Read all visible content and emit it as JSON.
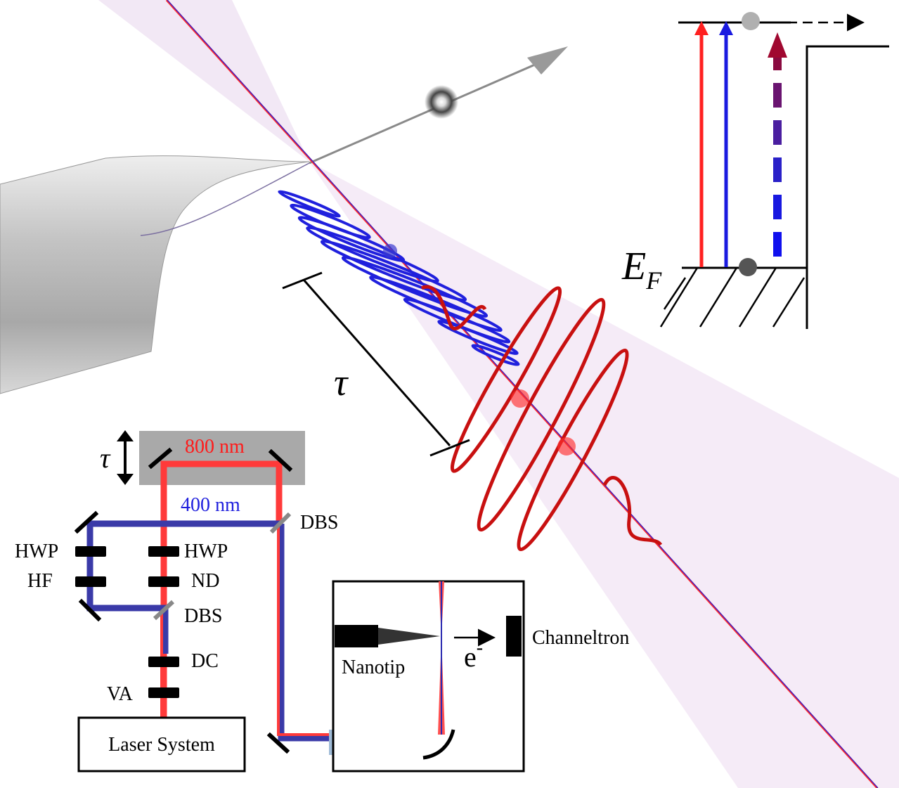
{
  "labels": {
    "wl_800": "800 nm",
    "wl_400": "400 nm",
    "tau_small": "τ",
    "tau_large": "τ",
    "fermi_E": "E",
    "fermi_sub": "F",
    "dbs_top": "DBS",
    "dbs_mid": "DBS",
    "hwp_left": "HWP",
    "hf_left": "HF",
    "hwp_right": "HWP",
    "nd_right": "ND",
    "dc": "DC",
    "va": "VA",
    "laser_system": "Laser System",
    "nanotip": "Nanotip",
    "electron": "e",
    "electron_sup": "-",
    "channeltron": "Channeltron"
  },
  "colors": {
    "red_beam": "#ff2a2a",
    "blue_beam": "#2020dd",
    "dark_red_wave": "#c81010",
    "combined_beam": "#3a3aa8",
    "delay_stage": "#a9a9a9",
    "tip_gray": "#b8b8b8",
    "focus_cone": "#f3e8f6"
  }
}
